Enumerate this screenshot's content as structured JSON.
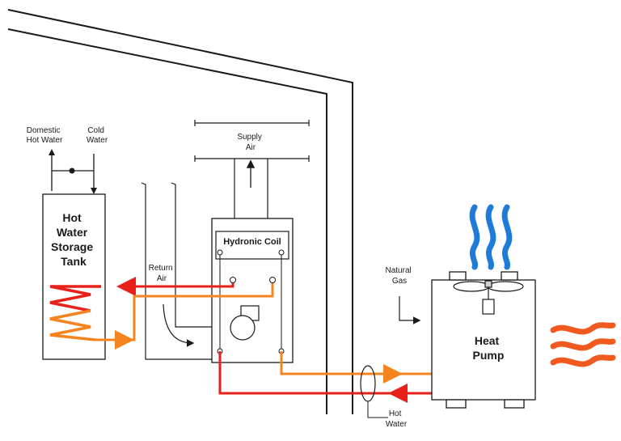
{
  "labels": {
    "domestic_hot_water": [
      "Domestic",
      "Hot Water"
    ],
    "cold_water": [
      "Cold",
      "Water"
    ],
    "tank": [
      "Hot",
      "Water",
      "Storage",
      "Tank"
    ],
    "supply_air": [
      "Supply",
      "Air"
    ],
    "return_air": [
      "Return",
      "Air"
    ],
    "hydronic_coil": "Hydronic Coil",
    "natural_gas": [
      "Natural",
      "Gas"
    ],
    "heat_pump": [
      "Heat",
      "Pump"
    ],
    "hot_water": [
      "Hot",
      "Water"
    ]
  },
  "colors": {
    "hot_pipe": "#e8201a",
    "warm_pipe": "#f5841f",
    "cool_exhaust": "#1f7bd8",
    "warm_exhaust": "#f05a1e",
    "line": "#1a1a1a"
  }
}
